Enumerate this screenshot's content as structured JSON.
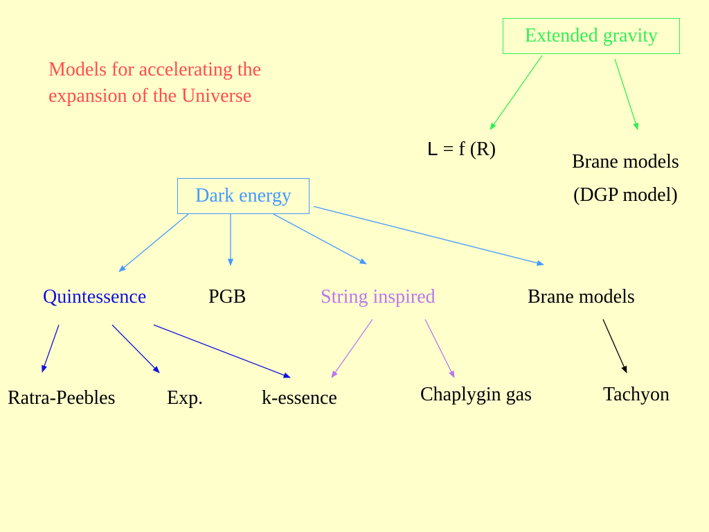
{
  "colors": {
    "background": "#FFFFCC",
    "title": "#FF4D4D",
    "green": "#33EE55",
    "blue_light": "#4499FF",
    "blue_dark": "#1010DD",
    "violet": "#BB77EE",
    "black": "#000000"
  },
  "title": {
    "line1": "Models for accelerating the",
    "line2": "expansion of the Universe"
  },
  "extended_gravity": {
    "label": "Extended gravity",
    "lagrangian": {
      "symbol": "L",
      "rest": " = f (R)"
    },
    "brane_models": {
      "line1": "Brane models",
      "line2": "(DGP model)"
    }
  },
  "dark_energy": {
    "label": "Dark energy",
    "children": {
      "quintessence": "Quintessence",
      "pgb": "PGB",
      "string_inspired": "String inspired",
      "brane_models": "Brane models"
    }
  },
  "leaves": {
    "ratra_peebles": "Ratra-Peebles",
    "exp": "Exp.",
    "k_essence": "k-essence",
    "chaplygin_gas": "Chaplygin gas",
    "tachyon": "Tachyon"
  }
}
